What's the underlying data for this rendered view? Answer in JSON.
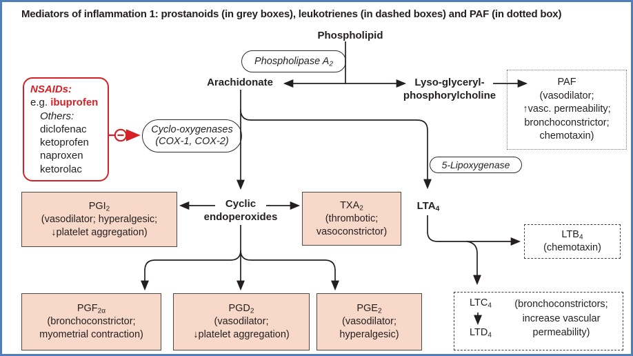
{
  "title": "Mediators of inflammation 1: prostanoids (in grey boxes), leukotrienes (in dashed boxes) and PAF (in dotted box)",
  "colors": {
    "frame_blue": "#4e7fba",
    "red": "#d42127",
    "pink_fill": "#f8d8c8",
    "line_black": "#231f20"
  },
  "labels": {
    "phospholipid": "Phospholipid",
    "arachidonate": "Arachidonate",
    "lyso_line1": "Lyso-glyceryl-",
    "lyso_line2": "phosphorylcholine",
    "cyclic_line1": "Cyclic",
    "cyclic_line2": "endoperoxides",
    "lta4": {
      "base": "LTA",
      "sub": "4"
    }
  },
  "enzymes": {
    "phospholipase": {
      "base": "Phospholipase A",
      "sub": "2"
    },
    "cox_line1": "Cyclo-oxygenases",
    "cox_line2": "(COX-1, COX-2)",
    "lipoxygenase": "5-Lipoxygenase"
  },
  "nsaids": {
    "heading": "NSAIDs:",
    "eg_prefix": "e.g. ",
    "eg_drug": "ibuprofen",
    "others_label": "Others:",
    "drugs": [
      "diclofenac",
      "ketoprofen",
      "naproxen",
      "ketorolac"
    ]
  },
  "boxes": {
    "paf": {
      "title": "PAF",
      "lines": [
        "(vasodilator;",
        "↑vasc. permeability;",
        "bronchoconstrictor;",
        "chemotaxin)"
      ]
    },
    "pgi2": {
      "base": "PGI",
      "sub": "2",
      "lines": [
        "(vasodilator; hyperalgesic;",
        "↓platelet aggregation)"
      ]
    },
    "txa2": {
      "base": "TXA",
      "sub": "2",
      "lines": [
        "(thrombotic;",
        "vasoconstrictor)"
      ]
    },
    "pgf2a": {
      "base": "PGF",
      "sub": "2α",
      "lines": [
        "(bronchoconstrictor;",
        "myometrial contraction)"
      ]
    },
    "pgd2": {
      "base": "PGD",
      "sub": "2",
      "lines": [
        "(vasodilator;",
        "↓platelet aggregation)"
      ]
    },
    "pge2": {
      "base": "PGE",
      "sub": "2",
      "lines": [
        "(vasodilator;",
        "hyperalgesic)"
      ]
    },
    "ltb4": {
      "base": "LTB",
      "sub": "4",
      "lines": [
        "(chemotaxin)"
      ]
    },
    "ltcd": {
      "ltc_base": "LTC",
      "ltc_sub": "4",
      "ltd_base": "LTD",
      "ltd_sub": "4",
      "lines": [
        "(bronchoconstrictors;",
        "increase vascular",
        "permeability)"
      ]
    }
  }
}
